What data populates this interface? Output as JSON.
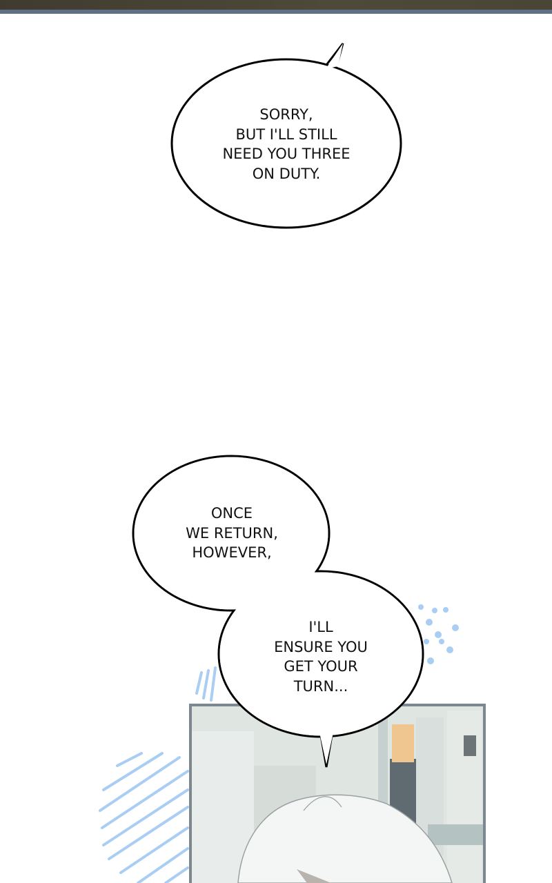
{
  "bubbles": [
    {
      "lines": [
        "SORRY,",
        "BUT I'LL STILL",
        "NEED YOU THREE",
        "ON DUTY."
      ]
    },
    {
      "lines": [
        "ONCE",
        "WE RETURN,",
        "HOWEVER,"
      ]
    },
    {
      "lines": [
        "I'LL",
        "ENSURE YOU",
        "GET YOUR",
        "TURN..."
      ]
    }
  ],
  "colors": {
    "panel_border": "#7d8790",
    "accent_blue": "#a9cdf3",
    "bubble_outline": "#000000"
  }
}
